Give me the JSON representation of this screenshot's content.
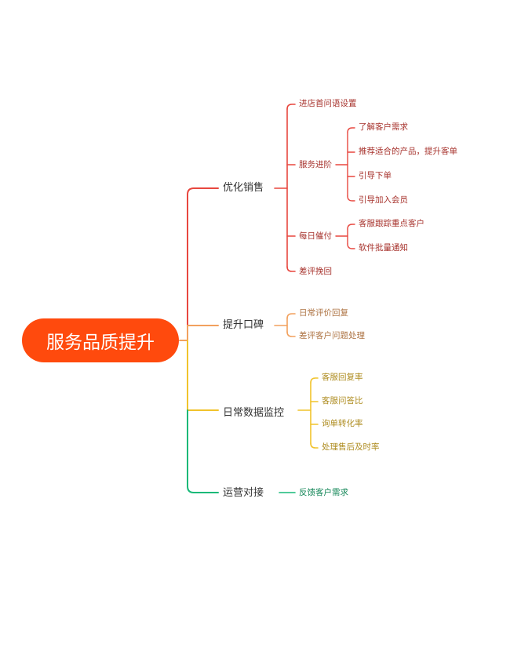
{
  "mindmap": {
    "root": {
      "label": "服务品质提升",
      "color": "#ff4a0d"
    },
    "branches": [
      {
        "label": "优化销售",
        "color": "#e8473f",
        "children": [
          {
            "label": "进店首问语设置"
          },
          {
            "label": "服务进阶",
            "children": [
              {
                "label": "了解客户需求"
              },
              {
                "label": "推荐适合的产品，提升客单"
              },
              {
                "label": "引导下单"
              },
              {
                "label": "引导加入会员"
              }
            ]
          },
          {
            "label": "每日催付",
            "children": [
              {
                "label": "客服跟踪重点客户"
              },
              {
                "label": "软件批量通知"
              }
            ]
          },
          {
            "label": "差评挽回"
          }
        ]
      },
      {
        "label": "提升口碑",
        "color": "#f2a15e",
        "children": [
          {
            "label": "日常评价回复"
          },
          {
            "label": "差评客户问题处理"
          }
        ]
      },
      {
        "label": "日常数据监控",
        "color": "#f1c32c",
        "children": [
          {
            "label": "客服回复率"
          },
          {
            "label": "客服问答比"
          },
          {
            "label": "询单转化率"
          },
          {
            "label": "处理售后及时率"
          }
        ]
      },
      {
        "label": "运营对接",
        "color": "#17b978",
        "children": [
          {
            "label": "反馈客户需求"
          }
        ]
      }
    ]
  }
}
